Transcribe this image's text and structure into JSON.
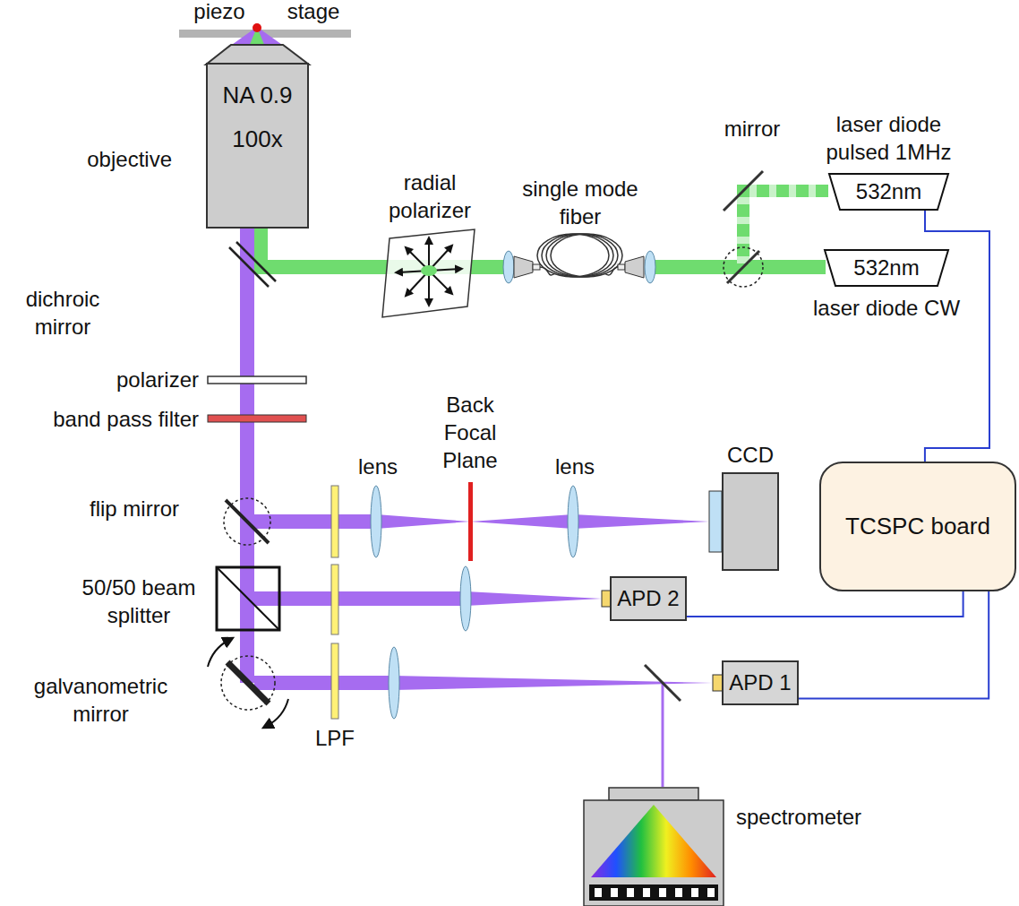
{
  "diagram": {
    "nodes": [
      {
        "text": [
          "objective",
          "NA 0.9",
          "100x"
        ]
      },
      {
        "text": [
          "laser diode pulsed 1MHz",
          "532nm"
        ]
      },
      {
        "text": [
          "532nm",
          "laser diode CW"
        ]
      },
      {
        "text": [
          "CCD"
        ]
      },
      {
        "text": [
          "TCSPC board"
        ]
      },
      {
        "text": [
          "APD 2"
        ]
      },
      {
        "text": [
          "APD 1"
        ]
      },
      {
        "text": [
          "spectrometer"
        ]
      }
    ],
    "edges": [
      {
        "from": 4,
        "to": 1,
        "arrow": "none"
      },
      {
        "from": 5,
        "to": 4,
        "arrow": "none"
      },
      {
        "from": 6,
        "to": 4,
        "arrow": "none"
      }
    ],
    "labels": [
      "piezo",
      "stage",
      "radial polarizer",
      "single mode fiber",
      "mirror",
      "dichroic mirror",
      "polarizer",
      "band pass filter",
      "lens",
      "Back Focal Plane",
      "lens",
      "flip mirror",
      "50/50 beam splitter",
      "galvanometric mirror",
      "LPF"
    ]
  }
}
